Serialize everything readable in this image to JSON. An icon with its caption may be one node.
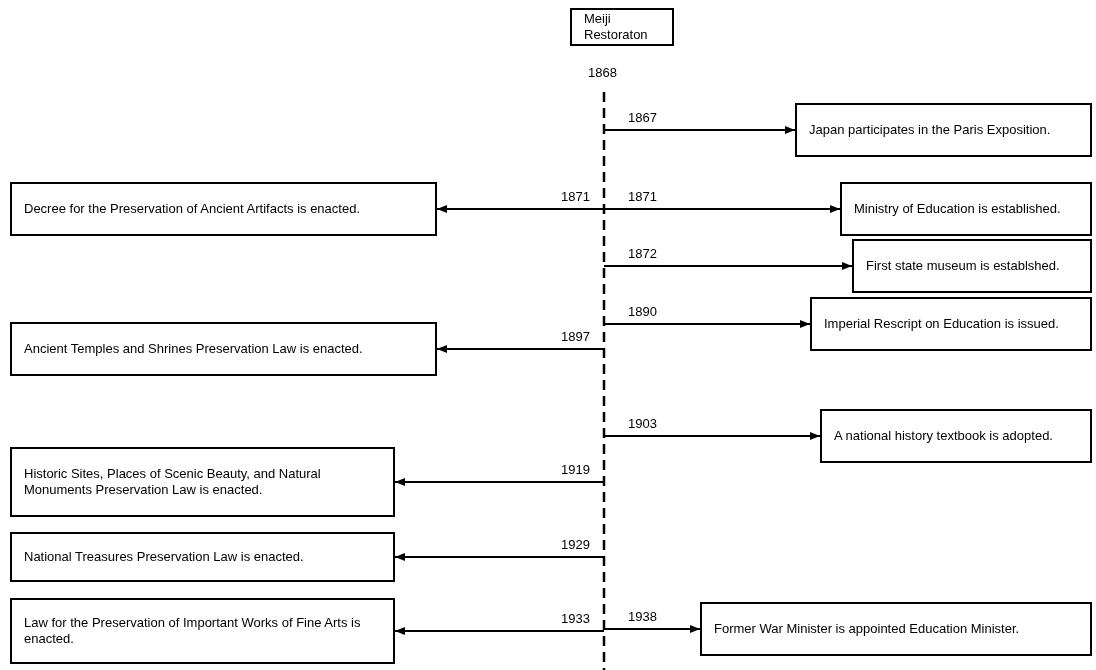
{
  "diagram": {
    "nodes": [
      {
        "text": [
          "Meiji Restoraton"
        ],
        "beside": [
          "1868"
        ]
      },
      {
        "text": [
          "Japan participates in the Paris Exposition."
        ]
      },
      {
        "text": [
          "Decree for the Preservation of Ancient Artifacts is enacted."
        ]
      },
      {
        "text": [
          "Ministry of Education is established."
        ]
      },
      {
        "text": [
          "First state museum is establshed."
        ]
      },
      {
        "text": [
          "Imperial Rescript on Education is issued."
        ]
      },
      {
        "text": [
          "Ancient Temples and Shrines Preservation Law is enacted."
        ]
      },
      {
        "text": [
          "A national history textbook is adopted."
        ]
      },
      {
        "text": [
          "Historic Sites, Places of Scenic Beauty, and Natural Monuments Preservation Law is enacted."
        ]
      },
      {
        "text": [
          "National Treasures Preservation Law is enacted."
        ]
      },
      {
        "text": [
          "Law for the Preservation of Important Works of Fine Arts is enacted."
        ]
      },
      {
        "text": [
          "Former War Minister is appointed Education Minister."
        ]
      }
    ],
    "edges": [
      {
        "from": null,
        "to": 1,
        "arrow": "to",
        "label": "1867"
      },
      {
        "from": null,
        "to": 2,
        "arrow": "to",
        "label": "1871"
      },
      {
        "from": null,
        "to": 3,
        "arrow": "to",
        "label": "1871"
      },
      {
        "from": null,
        "to": 4,
        "arrow": "to",
        "label": "1872"
      },
      {
        "from": null,
        "to": 5,
        "arrow": "to",
        "label": "1890"
      },
      {
        "from": null,
        "to": 6,
        "arrow": "to",
        "label": "1897"
      },
      {
        "from": null,
        "to": 7,
        "arrow": "to",
        "label": "1903"
      },
      {
        "from": null,
        "to": 8,
        "arrow": "to",
        "label": "1919"
      },
      {
        "from": null,
        "to": 9,
        "arrow": "to",
        "label": "1929"
      },
      {
        "from": null,
        "to": 10,
        "arrow": "to",
        "label": "1933"
      },
      {
        "from": null,
        "to": 11,
        "arrow": "to",
        "label": "1938"
      }
    ]
  }
}
